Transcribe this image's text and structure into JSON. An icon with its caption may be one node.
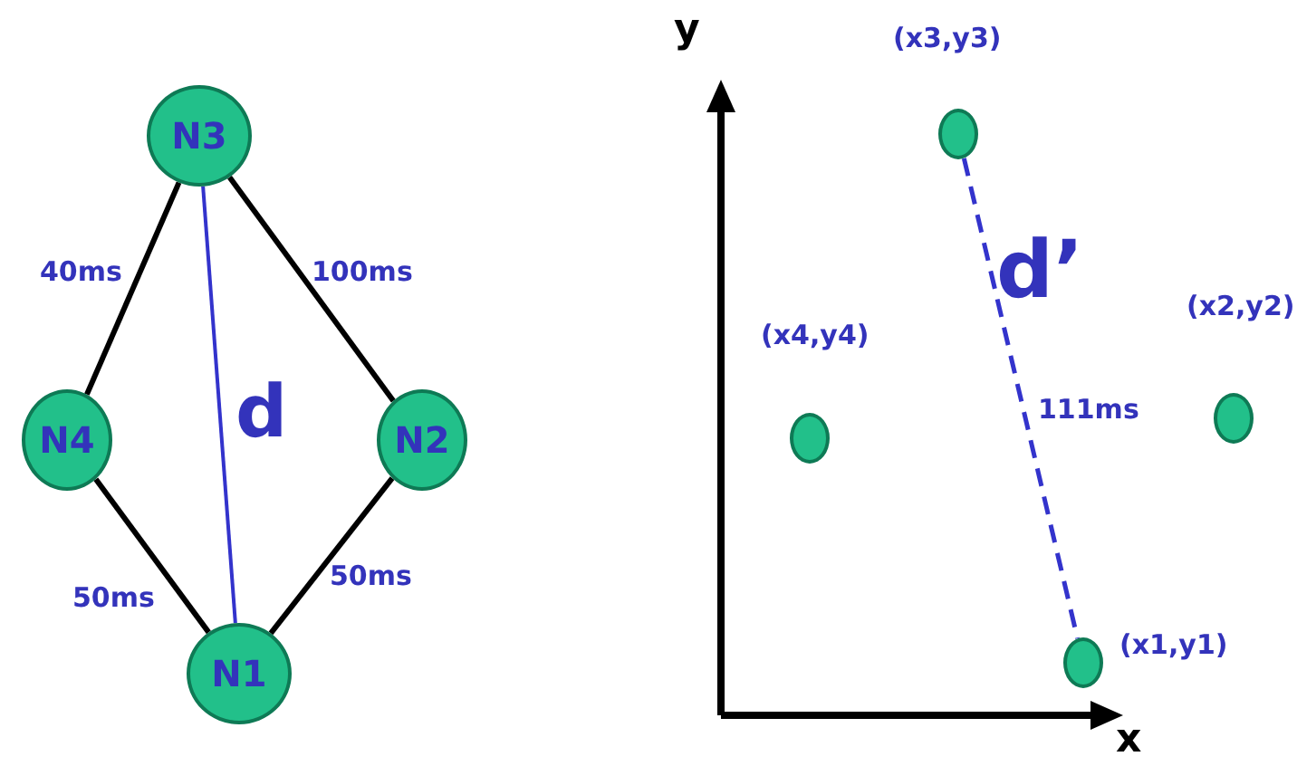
{
  "diagram": {
    "nodes": [
      {
        "text": [
          "N3"
        ]
      },
      {
        "text": [
          "N4"
        ]
      },
      {
        "text": [
          "N2"
        ]
      },
      {
        "text": [
          "N1"
        ]
      },
      {
        "text": [],
        "shape": "circle",
        "beside": [
          "(x3,y3)"
        ]
      },
      {
        "text": [],
        "shape": "circle",
        "beside": [
          "(x4,y4)"
        ]
      },
      {
        "text": [],
        "shape": "circle",
        "beside": [
          "(x2,y2)"
        ]
      },
      {
        "text": [],
        "shape": "circle",
        "beside": [
          "(x1,y1)"
        ]
      }
    ],
    "edges": [
      {
        "from": 0,
        "to": 1,
        "arrow": "none",
        "label": "40ms"
      },
      {
        "from": 0,
        "to": 2,
        "arrow": "none",
        "label": "100ms"
      },
      {
        "from": 1,
        "to": 3,
        "arrow": "none",
        "label": "50ms"
      },
      {
        "from": 2,
        "to": 3,
        "arrow": "none",
        "label": "50ms"
      },
      {
        "from": 0,
        "to": 3,
        "arrow": "none",
        "label": "d",
        "color": "#3333cc"
      },
      {
        "from": 4,
        "to": 7,
        "arrow": "none",
        "label": "d’",
        "style": "dashed",
        "color": "#3333cc"
      }
    ],
    "labels": [
      "111ms",
      "y",
      "x"
    ]
  }
}
